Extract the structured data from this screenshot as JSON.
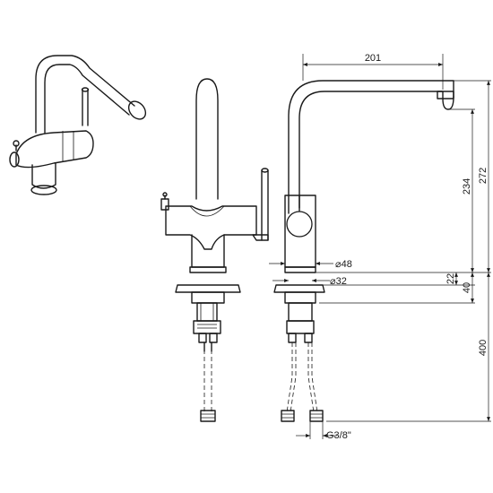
{
  "dimensions": {
    "width": "201",
    "height_to_spout": "234",
    "total_height": "272",
    "body_diameter": "⌀48",
    "base_diameter": "⌀32",
    "base_height": "22",
    "deck_thickness": "40",
    "hose_length": "400",
    "thread": "G3/8\""
  }
}
